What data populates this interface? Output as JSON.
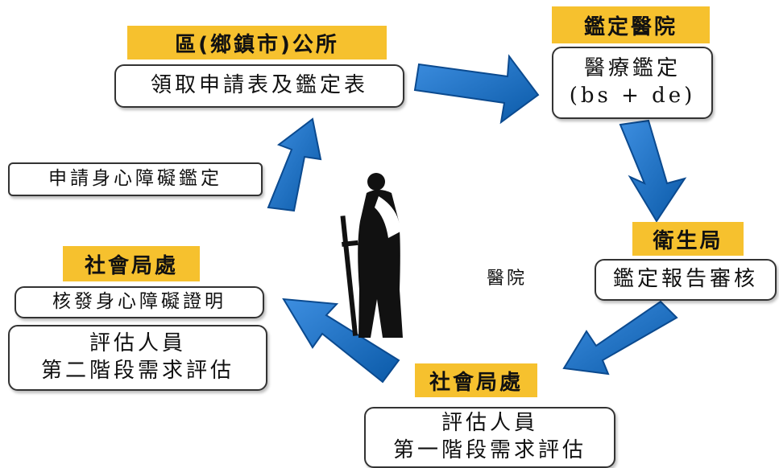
{
  "colors": {
    "label_bg": "#f6c12e",
    "arrow": "#1565b8",
    "arrow_dark": "#0b4a8f"
  },
  "township_office": {
    "title": "區(鄉鎮市)公所",
    "task": "領取申請表及鑑定表"
  },
  "hospital_box": {
    "title": "鑑定醫院",
    "line1": "醫療鑑定",
    "line2": "(bs + de)"
  },
  "health_bureau": {
    "title": "衛生局",
    "task": "鑑定報告審核"
  },
  "social_stage1": {
    "title": "社會局處",
    "line1": "評估人員",
    "line2": "第一階段需求評估"
  },
  "social_stage2": {
    "title": "社會局處",
    "task": "核發身心障礙證明",
    "line1": "評估人員",
    "line2": "第二階段需求評估"
  },
  "apply": {
    "text": "申請身心障礙鑑定"
  },
  "center": {
    "text": "醫院",
    "figure_icon": "person-with-crutch-icon"
  },
  "arrows": [
    "arrow-icon",
    "arrow-icon",
    "arrow-icon",
    "arrow-icon",
    "arrow-icon"
  ]
}
